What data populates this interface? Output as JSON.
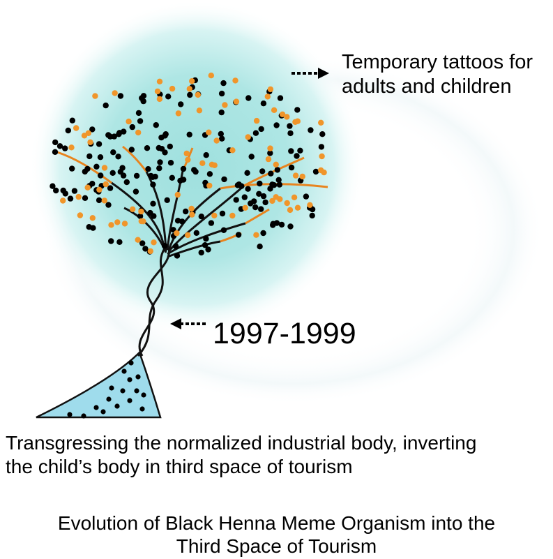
{
  "labels": {
    "top_line1": "Temporary tattoos for",
    "top_line2": "adults and children",
    "year": "1997-1999",
    "caption_line1": "Transgressing the normalized industrial body, inverting",
    "caption_line2": "the child’s body in third space of tourism"
  },
  "title": {
    "line1": "Evolution of Black Henna Meme Organism into the",
    "line2": "Third Space of Tourism"
  },
  "colors": {
    "glow": "#9fe0de",
    "base_fill": "#9fdcec",
    "branch_black": "#111111",
    "branch_orange": "#e8841f",
    "dot_black": "#000000",
    "dot_orange": "#f0952a"
  },
  "icons": {
    "tattoo_arrow": "dashed-arrow-right",
    "year_arrow": "dashed-arrow-left"
  }
}
